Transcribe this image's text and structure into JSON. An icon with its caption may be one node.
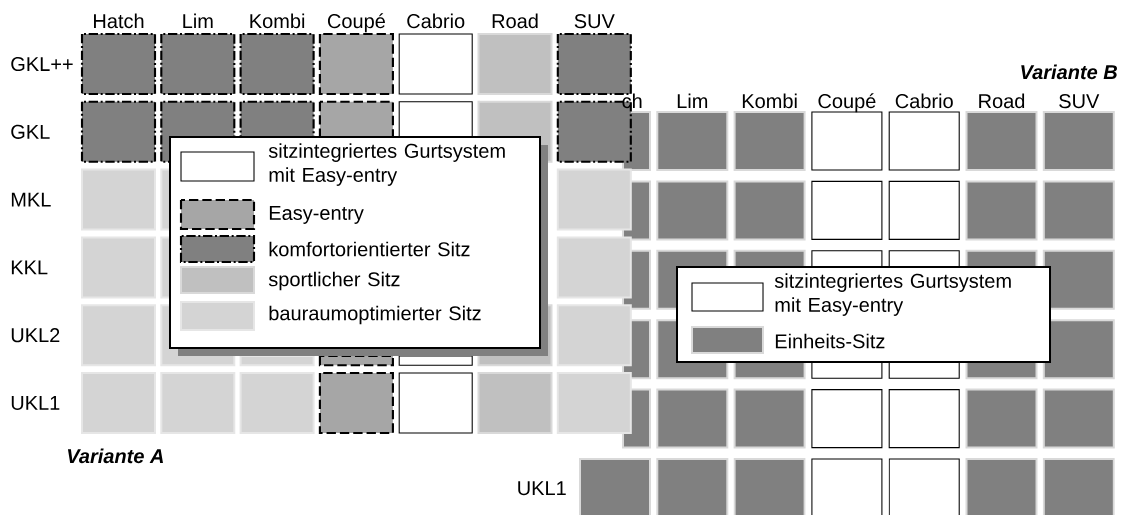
{
  "diagram": {
    "labels": [
      "Hatch",
      "Lim",
      "Kombi",
      "Coupé",
      "Cabrio",
      "Road",
      "SUV",
      "Variante B",
      "ch",
      "Lim",
      "Kombi",
      "Coupé",
      "Cabrio",
      "Road",
      "SUV",
      "GKL++",
      "GKL",
      "MKL",
      "KKL",
      "UKL2",
      "UKL1",
      "Variante A",
      "UKL1"
    ],
    "legend": [
      {
        "text": "sitzintegriertes Gurtsystem mit Easy-entry"
      },
      {
        "text": "Easy-entry"
      },
      {
        "text": "komfortorientierter Sitz"
      },
      {
        "text": "sportlicher Sitz",
        "color": "#c0c0c0"
      },
      {
        "text": "bauraumoptimierter Sitz"
      },
      {
        "text": "sitzintegriertes Gurtsystem mit Easy-entry"
      },
      {
        "text": "Einheits-Sitz",
        "color": "#808080"
      }
    ]
  }
}
